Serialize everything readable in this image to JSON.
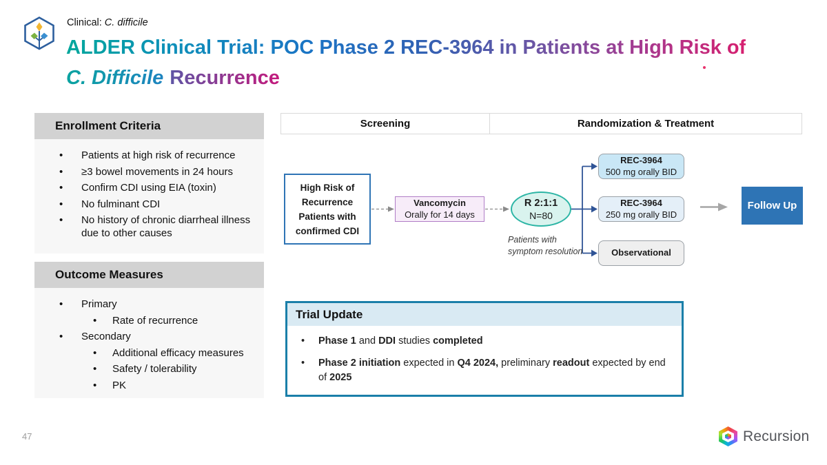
{
  "slide": {
    "eyebrow_prefix": "Clinical: ",
    "eyebrow_italic": "C. difficile",
    "title_line1": "ALDER Clinical Trial: POC Phase 2 REC-3964 in Patients at High Risk of",
    "title_line2_italic": "C. Difficile",
    "title_line2_rest": "Recurrence",
    "page_number": "47",
    "brand": "Recursion"
  },
  "icons": {
    "company_logo": "hexagon-plant-icon",
    "brand_logo": "rainbow-hexagon-icon"
  },
  "enrollment": {
    "title": "Enrollment Criteria",
    "items": [
      "Patients at high risk of recurrence",
      "≥3 bowel movements in 24 hours",
      "Confirm CDI using EIA (toxin)",
      "No fulminant CDI",
      "No history of chronic diarrheal illness due to other causes"
    ]
  },
  "outcome": {
    "title": "Outcome Measures",
    "items": [
      {
        "label": "Primary",
        "children": [
          "Rate of recurrence"
        ]
      },
      {
        "label": "Secondary",
        "children": [
          "Additional efficacy measures",
          "Safety / tolerability",
          "PK"
        ]
      }
    ]
  },
  "flow": {
    "stage_headers": [
      "Screening",
      "Randomization & Treatment"
    ],
    "high_risk_box": "High Risk of Recurrence Patients with confirmed CDI",
    "vancomycin": {
      "title": "Vancomycin",
      "sub": "Orally for 14 days"
    },
    "randomization": {
      "line1": "R 2:1:1",
      "line2": "N=80"
    },
    "note": "Patients with symptom resolution",
    "arms": [
      {
        "title": "REC-3964",
        "sub": "500 mg orally BID"
      },
      {
        "title": "REC-3964",
        "sub": "250 mg orally BID"
      },
      {
        "title": "Observational",
        "sub": ""
      }
    ],
    "follow_up": "Follow Up"
  },
  "trial_update": {
    "title": "Trial Update",
    "bullets": [
      {
        "segments": [
          {
            "text": "Phase 1",
            "bold": true
          },
          {
            "text": " and ",
            "bold": false
          },
          {
            "text": "DDI",
            "bold": true
          },
          {
            "text": " studies ",
            "bold": false
          },
          {
            "text": "completed",
            "bold": true
          }
        ]
      },
      {
        "segments": [
          {
            "text": "Phase 2 initiation",
            "bold": true
          },
          {
            "text": " expected in ",
            "bold": false
          },
          {
            "text": "Q4 2024,",
            "bold": true
          },
          {
            "text": " preliminary ",
            "bold": false
          },
          {
            "text": "readout",
            "bold": true
          },
          {
            "text": " expected by end of ",
            "bold": false
          },
          {
            "text": "2025",
            "bold": true
          }
        ]
      }
    ]
  },
  "colors": {
    "follow_up_bg": "#2E74B5",
    "trial_update_border": "#1A7FA9",
    "trial_update_header_bg": "#D9EAF3",
    "ellipse_bg": "#D9F3EE",
    "ellipse_border": "#2CB5A5",
    "vancomycin_bg": "#F7ECF9",
    "vancomycin_border": "#B07CC6",
    "arm_500_bg": "#C9E7F6",
    "arm_250_bg": "#E4EFF8",
    "arm_observational_bg": "#EFEFEF",
    "panel_header_bg": "#D2D2D2",
    "panel_body_bg": "#F7F7F7",
    "connector_blue": "#2F5496",
    "high_risk_border": "#2E74B5",
    "title_gradient": [
      "#00A79B",
      "#1B74C5",
      "#7050A4",
      "#D31F77"
    ]
  }
}
